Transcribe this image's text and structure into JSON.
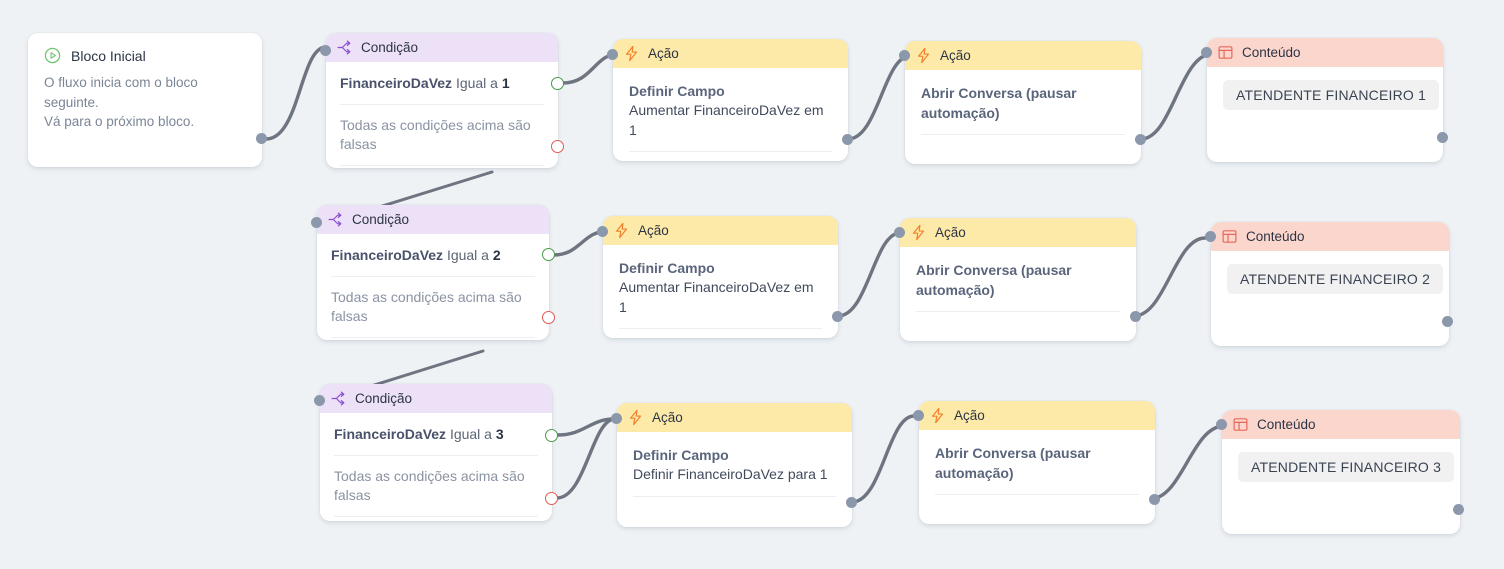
{
  "canvas": {
    "background": "#eef2f5"
  },
  "palette": {
    "condition_header": "#ece1f7",
    "action_header": "#fdeaa8",
    "content_header": "#fbd6cc",
    "port_dot": "#8b97ab",
    "port_true": "#4a9a4a",
    "port_false": "#e05a52",
    "edge": "#6e7480"
  },
  "start_block": {
    "icon": "play-circle-icon",
    "title": "Bloco Inicial",
    "lines": [
      "O fluxo inicia com o bloco seguinte.",
      "Vá para o próximo bloco."
    ]
  },
  "branches": [
    {
      "condition": {
        "icon": "condition-branch-icon",
        "header": "Condição",
        "field": "FinanceiroDaVez",
        "operator": "Igual a",
        "value": "1",
        "else_label": "Todas as condições acima são falsas",
        "true_port": "true-port",
        "false_port": "false-port"
      },
      "action_field": {
        "icon": "lightning-icon",
        "header": "Ação",
        "title": "Definir Campo",
        "detail": "Aumentar FinanceiroDaVez em 1"
      },
      "action_conversation": {
        "icon": "lightning-icon",
        "header": "Ação",
        "title": "Abrir Conversa (pausar automação)"
      },
      "content": {
        "icon": "layout-icon",
        "header": "Conteúdo",
        "chip": "ATENDENTE FINANCEIRO 1"
      }
    },
    {
      "condition": {
        "icon": "condition-branch-icon",
        "header": "Condição",
        "field": "FinanceiroDaVez",
        "operator": "Igual a",
        "value": "2",
        "else_label": "Todas as condições acima são falsas",
        "true_port": "true-port",
        "false_port": "false-port"
      },
      "action_field": {
        "icon": "lightning-icon",
        "header": "Ação",
        "title": "Definir Campo",
        "detail": "Aumentar FinanceiroDaVez em 1"
      },
      "action_conversation": {
        "icon": "lightning-icon",
        "header": "Ação",
        "title": "Abrir Conversa (pausar automação)"
      },
      "content": {
        "icon": "layout-icon",
        "header": "Conteúdo",
        "chip": "ATENDENTE FINANCEIRO 2"
      }
    },
    {
      "condition": {
        "icon": "condition-branch-icon",
        "header": "Condição",
        "field": "FinanceiroDaVez",
        "operator": "Igual a",
        "value": "3",
        "else_label": "Todas as condições acima são falsas",
        "true_port": "true-port",
        "false_port": "false-port"
      },
      "action_field": {
        "icon": "lightning-icon",
        "header": "Ação",
        "title": "Definir Campo",
        "detail": "Definir FinanceiroDaVez para 1"
      },
      "action_conversation": {
        "icon": "lightning-icon",
        "header": "Ação",
        "title": "Abrir Conversa (pausar automação)"
      },
      "content": {
        "icon": "layout-icon",
        "header": "Conteúdo",
        "chip": "ATENDENTE FINANCEIRO 3"
      }
    }
  ]
}
